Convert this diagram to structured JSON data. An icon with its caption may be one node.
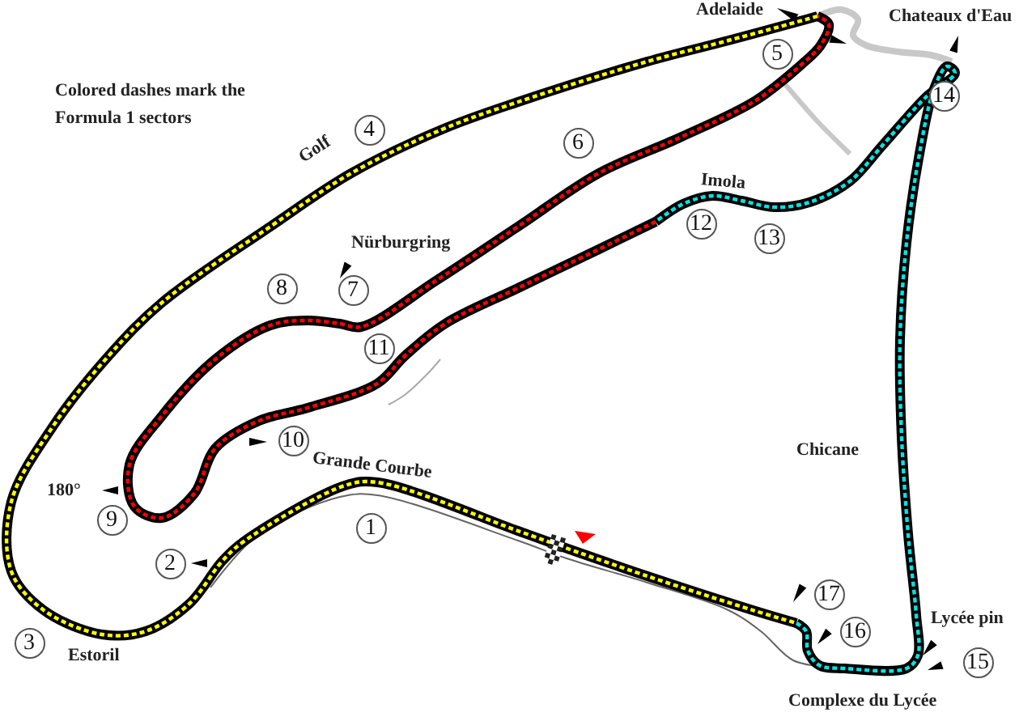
{
  "diagram": {
    "nodes": [
      {
        "text": [
          "1"
        ]
      },
      {
        "text": [
          "2"
        ]
      },
      {
        "text": [
          "3"
        ]
      },
      {
        "text": [
          "4"
        ]
      },
      {
        "text": [
          "5"
        ]
      },
      {
        "text": [
          "6"
        ]
      },
      {
        "text": [
          "7"
        ]
      },
      {
        "text": [
          "8"
        ]
      },
      {
        "text": [
          "9"
        ]
      },
      {
        "text": [
          "10"
        ]
      },
      {
        "text": [
          "11"
        ]
      },
      {
        "text": [
          "12"
        ]
      },
      {
        "text": [
          "13"
        ]
      },
      {
        "text": [
          "14"
        ]
      },
      {
        "text": [
          "15"
        ]
      },
      {
        "text": [
          "16"
        ]
      },
      {
        "text": [
          "17"
        ]
      }
    ],
    "edges": [],
    "labels": [
      "Colored dashes mark the Formula 1 sectors",
      "Adelaide",
      "Chateaux d'Eau",
      "Golf",
      "Nürburgring",
      "Imola",
      "Chicane",
      "180°",
      "Grande Courbe",
      "Lycée pin",
      "Estoril",
      "Complexe du Lycée"
    ]
  }
}
